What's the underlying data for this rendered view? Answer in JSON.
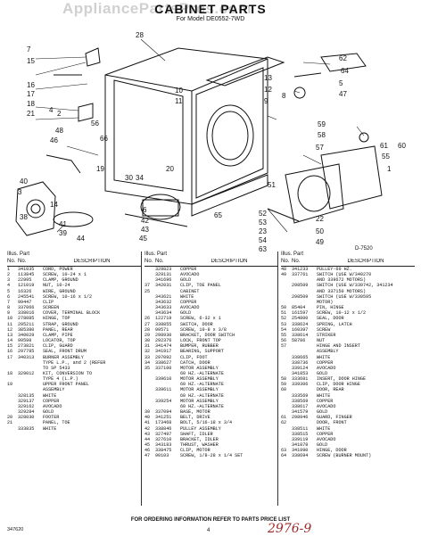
{
  "watermark": "AppliancePartsPros.com",
  "title": "CABINET PARTS",
  "model_line": "For Model DE0552-7WD",
  "figure_ref": "D-7520",
  "callouts": [
    "28",
    "7",
    "15",
    "16",
    "17",
    "18",
    "21",
    "4",
    "2",
    "56",
    "10",
    "11",
    "13",
    "12",
    "9",
    "8",
    "62",
    "64",
    "5",
    "47",
    "48",
    "46",
    "66",
    "19",
    "20",
    "30",
    "34",
    "40",
    "3",
    "14",
    "38",
    "41",
    "39",
    "6",
    "42",
    "43",
    "44",
    "45",
    "59",
    "58",
    "57",
    "61",
    "60",
    "55",
    "1",
    "52",
    "53",
    "23",
    "54",
    "63",
    "22",
    "50",
    "49",
    "51",
    "65"
  ],
  "headers": {
    "illus": "Illus. Part",
    "no": "No.",
    "part_no": "No.",
    "description": "DESCRIPTION"
  },
  "columns": [
    [
      [
        "1",
        "341035",
        "CORD, POWER"
      ],
      [
        "2",
        "113845",
        "SCREW, 10-24 x 1"
      ],
      [
        "3",
        "22995",
        "CLAMP, GROUND"
      ],
      [
        "4",
        "121019",
        "NUT, 10-24"
      ],
      [
        "5",
        "16326",
        "WIRE, GROUND"
      ],
      [
        "6",
        "245541",
        "SCREW, 10-16 x 1/2"
      ],
      [
        "7",
        "99447",
        "CLIP"
      ],
      [
        "8",
        "337066",
        "SCREEN"
      ],
      [
        "9",
        "338016",
        "COVER, TERMINAL BLOCK"
      ],
      [
        "10",
        "278085",
        "HINGE, TOP"
      ],
      [
        "11",
        "295211",
        "STRAP, GROUND"
      ],
      [
        "12",
        "385380",
        "PANEL, REAR"
      ],
      [
        "13",
        "340029",
        "CLAMP, PIPE"
      ],
      [
        "14",
        "99598",
        "LOCATOR, TOP"
      ],
      [
        "15",
        "273821",
        "CLIP, GUARD"
      ],
      [
        "16",
        "297785",
        "SEAL, FRONT DRUM"
      ],
      [
        "17",
        "340313",
        "BURNER ASSEMBLY"
      ],
      [
        "",
        "",
        "TYPE L.P., and 2 (REFER"
      ],
      [
        "",
        "",
        "TO SP 5433"
      ],
      [
        "18",
        "329012",
        "KIT, CONVERSION TO"
      ],
      [
        "",
        "",
        "TYPE 4 (L.P.)"
      ],
      [
        "19",
        "",
        "UPPER FRONT PANEL"
      ],
      [
        "",
        "",
        "ASSEMBLY"
      ],
      [
        "",
        "328135",
        "WHITE"
      ],
      [
        "",
        "329137",
        "COPPER"
      ],
      [
        "",
        "329162",
        "AVOCADO"
      ],
      [
        "",
        "329284",
        "GOLD"
      ],
      [
        "20",
        "328030",
        "FOOTER"
      ],
      [
        "21",
        "",
        "PANEL, TOE"
      ],
      [
        "",
        "333835",
        "WHITE"
      ]
    ],
    [
      [
        "",
        "329823",
        "COPPER"
      ],
      [
        "",
        "329131",
        "AVOCADO"
      ],
      [
        "",
        "341696",
        "GOLD"
      ],
      [
        "37",
        "342031",
        "CLIP, TOE PANEL"
      ],
      [
        "25",
        "",
        "CABINET"
      ],
      [
        "",
        "343621",
        "WHITE"
      ],
      [
        "",
        "343632",
        "COPPER"
      ],
      [
        "",
        "343633",
        "AVOCADO"
      ],
      [
        "",
        "343634",
        "GOLD"
      ],
      [
        "26",
        "122719",
        "SCREW, 6-32 x 1"
      ],
      [
        "27",
        "338855",
        "SWITCH, DOOR"
      ],
      [
        "28",
        "99571",
        "SCREW, 10-8 x 3/8"
      ],
      [
        "29",
        "298930",
        "BRACKET, DOOR SWITCH"
      ],
      [
        "30",
        "292376",
        "LOCK, FRONT TOP"
      ],
      [
        "31",
        "341474",
        "BUMPER, RUBBER"
      ],
      [
        "32",
        "341917",
        "BEARING, SUPPORT"
      ],
      [
        "33",
        "297092",
        "CLIP, FOOT"
      ],
      [
        "34",
        "338627",
        "CATCH, DOOR"
      ],
      [
        "35",
        "337100",
        "MOTOR ASSEMBLY"
      ],
      [
        "",
        "",
        "60 HZ.-ALTERNATE"
      ],
      [
        "",
        "339610",
        "MOTOR ASSEMBLY"
      ],
      [
        "",
        "",
        "60 HZ.-ALTERNATE"
      ],
      [
        "",
        "339611",
        "MOTOR ASSEMBLY"
      ],
      [
        "",
        "",
        "60 HZ.-ALTERNATE"
      ],
      [
        "",
        "339254",
        "MOTOR ASSEMBLY"
      ],
      [
        "",
        "",
        "60 HZ.-ALTERNATE"
      ],
      [
        "39",
        "337094",
        "BASE, MOTOR"
      ],
      [
        "40",
        "341251",
        "BELT, DRIVE"
      ],
      [
        "41",
        "173468",
        "BOLT, 5/16-18 x 3/4"
      ],
      [
        "42",
        "338846",
        "PULLEY ASSEMBLY"
      ],
      [
        "43",
        "327497",
        "SHAFT, IDLER"
      ],
      [
        "44",
        "327610",
        "BRACKET, IDLER"
      ],
      [
        "45",
        "343183",
        "THRUST, WASHER"
      ],
      [
        "46",
        "338475",
        "CLIP, MOTOR"
      ],
      [
        "47",
        "90103",
        "SCREW, 1/8-28 x 1/4 SET"
      ]
    ],
    [
      [
        "48",
        "341233",
        "PULLEY-60 HZ."
      ],
      [
        "49",
        "337761",
        "SWITCH (USE W/340270"
      ],
      [
        "",
        "",
        "AND 339672 MOTORS)"
      ],
      [
        "",
        "298509",
        "SWITCH (USE W/339742, 341234"
      ],
      [
        "",
        "",
        "AND 337150 MOTORS)"
      ],
      [
        "",
        "298509",
        "SWITCH (USE W/339595"
      ],
      [
        "",
        "",
        "MOTOR)"
      ],
      [
        "50",
        "85404",
        "PIN, HINGE"
      ],
      [
        "51",
        "161597",
        "SCREW, 10-12 x 1/2"
      ],
      [
        "52",
        "254800",
        "SEAL, DOOR"
      ],
      [
        "53",
        "338624",
        "SPRING, LATCH"
      ],
      [
        "54",
        "160397",
        "SCREW"
      ],
      [
        "55",
        "338614",
        "STRIKER"
      ],
      [
        "56",
        "58786",
        "NUT"
      ],
      [
        "57",
        "",
        "HINGE AND INSERT"
      ],
      [
        "",
        "",
        "ASSEMBLY"
      ],
      [
        "",
        "338665",
        "WHITE"
      ],
      [
        "",
        "338736",
        "COPPER"
      ],
      [
        "",
        "339124",
        "AVOCADO"
      ],
      [
        "",
        "341853",
        "GOLD"
      ],
      [
        "58",
        "333681",
        "INSERT, DOOR HINGE"
      ],
      [
        "59",
        "339306",
        "CLIP, DOOR HINGE"
      ],
      [
        "60",
        "",
        "DOOR, REAR"
      ],
      [
        "",
        "333569",
        "WHITE"
      ],
      [
        "",
        "338569",
        "COPPER"
      ],
      [
        "",
        "338617",
        "AVOCADO"
      ],
      [
        "",
        "341579",
        "GOLD"
      ],
      [
        "61",
        "298946",
        "GUARD, FINGER"
      ],
      [
        "62",
        "",
        "DOOR, FRONT"
      ],
      [
        "",
        "338511",
        "WHITE"
      ],
      [
        "",
        "338515",
        "COPPER"
      ],
      [
        "",
        "339119",
        "AVOCADO"
      ],
      [
        "",
        "341878",
        "GOLD"
      ],
      [
        "63",
        "341990",
        "HINGE, DOOR"
      ],
      [
        "64",
        "338694",
        "SCREW (BURNER MOUNT)"
      ]
    ]
  ],
  "footer": "FOR ORDERING INFORMATION REFER TO PARTS PRICE LIST",
  "doc_number": "347620",
  "page_number": "4",
  "handwritten": "2976-9"
}
